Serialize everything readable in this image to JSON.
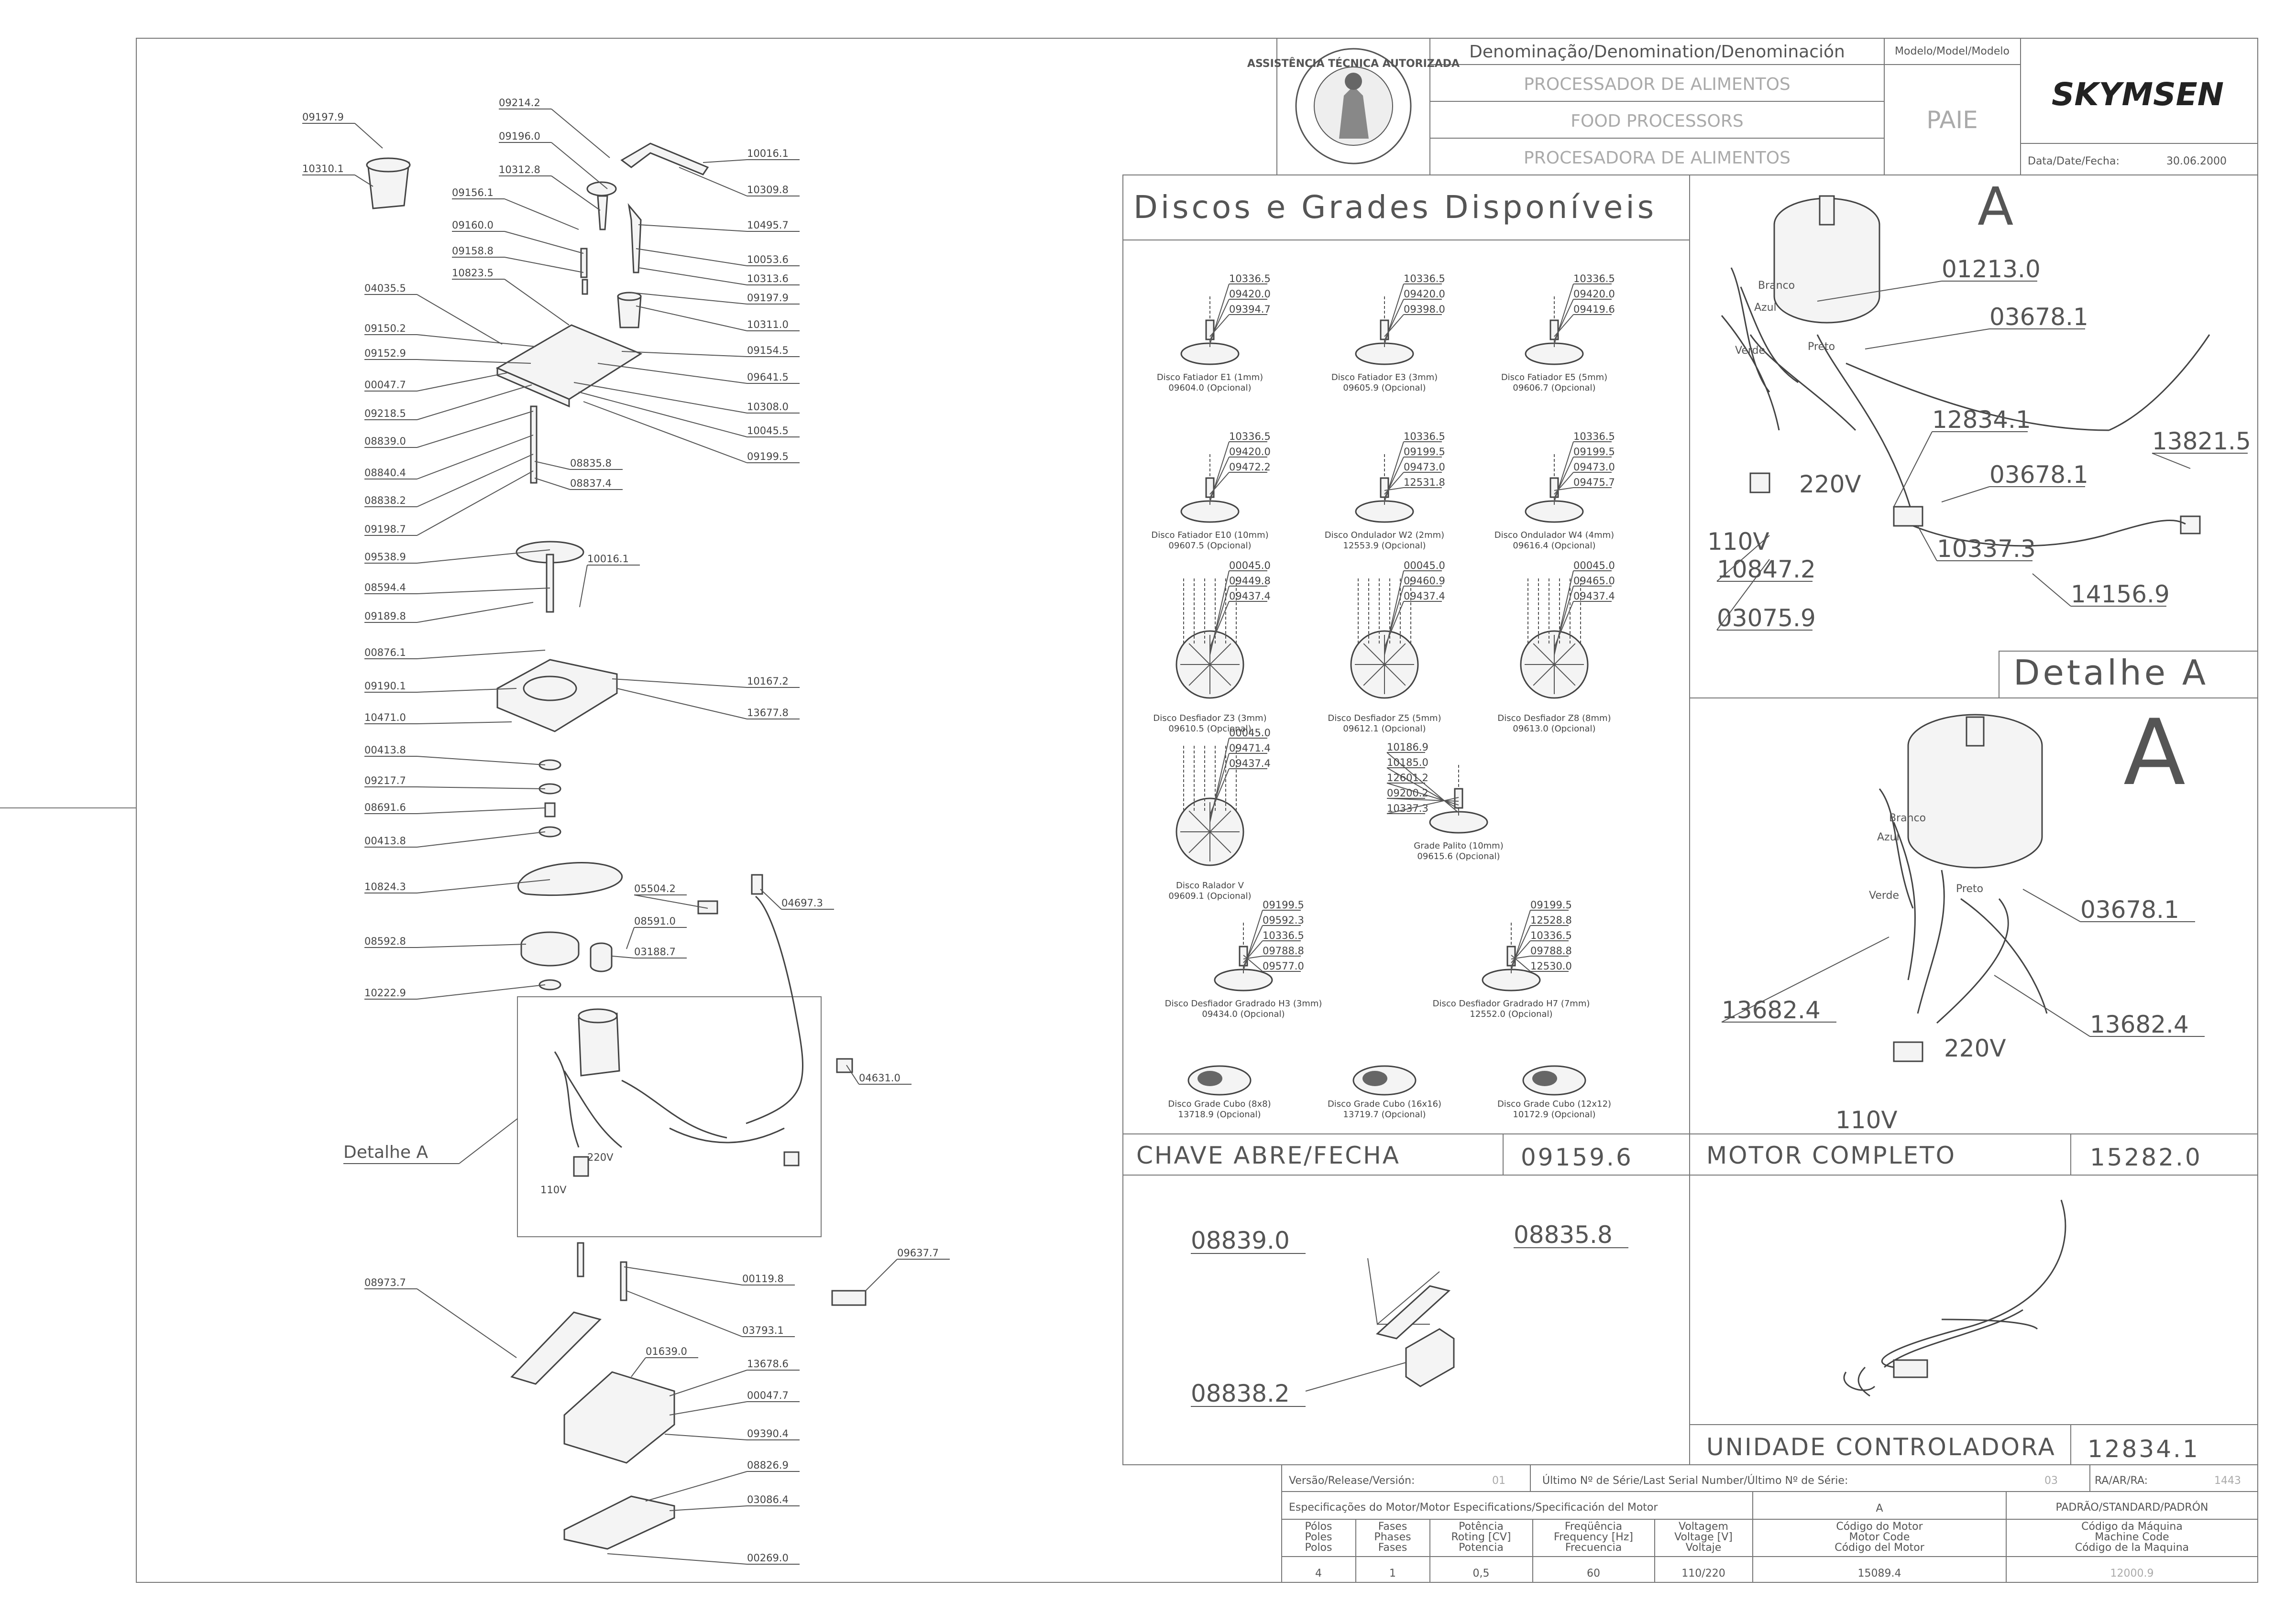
{
  "title_block": {
    "denomination_header": "Denominação/Denomination/Denominación",
    "names": [
      "PROCESSADOR DE ALIMENTOS",
      "FOOD PROCESSORS",
      "PROCESADORA DE ALIMENTOS"
    ],
    "model_header": "Modelo/Model/Modelo",
    "model": "PAIE",
    "brand": "SKYMSEN",
    "date_label": "Data/Date/Fecha:",
    "date": "30.06.2000",
    "seal_text": "ASSISTÊNCIA TÉCNICA AUTORIZADA"
  },
  "bottom_block": {
    "version_label": "Versão/Release/Versión:",
    "version": "01",
    "serial_label": "Último Nº de Série/Last Serial Number/Último Nº de Série:",
    "serial": "03",
    "ra_label": "RA/AR/RA:",
    "ra": "1443",
    "motor_spec_label": "Especificações do Motor/Motor Especifications/Specificación del Motor",
    "motor_letter": "A",
    "standard_label": "PADRÃO/STANDARD/PADRÓN",
    "headers": [
      [
        "Pólos",
        "Poles",
        "Polos"
      ],
      [
        "Fases",
        "Phases",
        "Fases"
      ],
      [
        "Potência",
        "Roting [CV]",
        "Potencia"
      ],
      [
        "Freqüência",
        "Frequency [Hz]",
        "Frecuencia"
      ],
      [
        "Voltagem",
        "Voltage [V]",
        "Voltaje"
      ],
      [
        "Código do Motor",
        "Motor Code",
        "Código del Motor"
      ],
      [
        "Código da Máquina",
        "Machine Code",
        "Código de la Maquina"
      ]
    ],
    "values": [
      "4",
      "1",
      "0,5",
      "60",
      "110/220",
      "15089.4",
      "12000.9"
    ]
  },
  "discs": {
    "title": "Discos e Grades Disponíveis",
    "items": [
      {
        "name": "Disco Fatiador E1 (1mm)",
        "code": "09604.0 (Opcional)",
        "parts": [
          "10336.5",
          "09420.0",
          "09394.7"
        ]
      },
      {
        "name": "Disco Fatiador E3 (3mm)",
        "code": "09605.9 (Opcional)",
        "parts": [
          "10336.5",
          "09420.0",
          "09398.0"
        ]
      },
      {
        "name": "Disco Fatiador E5 (5mm)",
        "code": "09606.7 (Opcional)",
        "parts": [
          "10336.5",
          "09420.0",
          "09419.6"
        ]
      },
      {
        "name": "Disco Fatiador E10 (10mm)",
        "code": "09607.5 (Opcional)",
        "parts": [
          "10336.5",
          "09420.0",
          "09472.2"
        ]
      },
      {
        "name": "Disco Ondulador W2 (2mm)",
        "code": "12553.9 (Opcional)",
        "parts": [
          "10336.5",
          "09199.5",
          "09473.0",
          "12531.8"
        ]
      },
      {
        "name": "Disco Ondulador W4 (4mm)",
        "code": "09616.4 (Opcional)",
        "parts": [
          "10336.5",
          "09199.5",
          "09473.0",
          "09475.7"
        ]
      },
      {
        "name": "Disco Desfiador Z3 (3mm)",
        "code": "09610.5 (Opcional)",
        "parts": [
          "00045.0",
          "09449.8",
          "09437.4"
        ]
      },
      {
        "name": "Disco Desfiador Z5 (5mm)",
        "code": "09612.1 (Opcional)",
        "parts": [
          "00045.0",
          "09460.9",
          "09437.4"
        ]
      },
      {
        "name": "Disco Desfiador Z8 (8mm)",
        "code": "09613.0 (Opcional)",
        "parts": [
          "00045.0",
          "09465.0",
          "09437.4"
        ]
      },
      {
        "name": "Disco Ralador V",
        "code": "09609.1 (Opcional)",
        "parts": [
          "00045.0",
          "09471.4",
          "09437.4"
        ]
      },
      {
        "name": "Grade Palito (10mm)",
        "code": "09615.6 (Opcional)",
        "parts": [
          "10186.9",
          "10185.0",
          "12601.2",
          "09200.2",
          "10337.3"
        ]
      },
      {
        "name": "Disco Desfiador Gradrado H3 (3mm)",
        "code": "09434.0 (Opcional)",
        "parts": [
          "09199.5",
          "09592.3",
          "10336.5",
          "09788.8",
          "09577.0"
        ]
      },
      {
        "name": "Disco Desfiador Gradrado H7 (7mm)",
        "code": "12552.0 (Opcional)",
        "parts": [
          "09199.5",
          "12528.8",
          "10336.5",
          "09788.8",
          "12530.0"
        ]
      },
      {
        "name": "Disco Grade Cubo (8x8)",
        "code": "13718.9 (Opcional)",
        "parts": []
      },
      {
        "name": "Disco Grade Cubo (16x16)",
        "code": "13719.7 (Opcional)",
        "parts": []
      },
      {
        "name": "Disco Grade Cubo (12x12)",
        "code": "10172.9 (Opcional)",
        "parts": []
      }
    ]
  },
  "boxes": {
    "chave_label": "CHAVE ABRE/FECHA",
    "chave_code": "09159.6",
    "motor_label": "MOTOR COMPLETO",
    "motor_code": "15282.0",
    "unidade_label": "UNIDADE CONTROLADORA",
    "unidade_code": "12834.1",
    "detalhe_label": "Detalhe A",
    "detail_letter": "A",
    "chave_parts": [
      "08839.0",
      "08835.8",
      "08838.2"
    ],
    "detail_top_parts": [
      "01213.0",
      "03678.1",
      "12834.1",
      "03678.1",
      "13821.5",
      "10337.3",
      "14156.9",
      "10847.2",
      "03075.9"
    ],
    "detail_top_volts": [
      "220V",
      "110V"
    ],
    "detail_top_wires": [
      "Branco",
      "Azul",
      "Verde",
      "Preto"
    ],
    "detail_bot_parts": [
      "03678.1",
      "13682.4",
      "13682.4"
    ],
    "detail_bot_volts": [
      "220V",
      "110V"
    ],
    "detail_bot_wires": [
      "Branco",
      "Azul",
      "Verde",
      "Preto"
    ]
  },
  "exploded": {
    "left_labels": [
      "09197.9",
      "10310.1",
      "09214.2",
      "09196.0",
      "10312.8",
      "09156.1",
      "09160.0",
      "09158.8",
      "10823.5",
      "04035.5",
      "09150.2",
      "09152.9",
      "00047.7",
      "09218.5",
      "08839.0",
      "08840.4",
      "08838.2",
      "09198.7",
      "09538.9",
      "08594.4",
      "09189.8",
      "00876.1",
      "09190.1",
      "10471.0",
      "00413.8",
      "09217.7",
      "08691.6",
      "00413.8",
      "10824.3",
      "08592.8",
      "10222.9",
      "08973.7"
    ],
    "right_labels": [
      "10016.1",
      "10309.8",
      "10495.7",
      "10053.6",
      "10313.6",
      "09197.9",
      "10311.0",
      "09154.5",
      "09641.5",
      "10308.0",
      "10045.5",
      "09199.5",
      "08835.8",
      "08837.4",
      "10016.1",
      "10167.2",
      "13677.8",
      "05504.2",
      "04697.3",
      "08591.0",
      "03188.7",
      "04631.0",
      "00119.8",
      "03793.1",
      "09637.7",
      "01639.0",
      "13678.6",
      "00047.7",
      "09390.4",
      "08826.9",
      "03086.4",
      "00269.0"
    ],
    "detalhe_label": "Detalhe A",
    "volts": [
      "220V",
      "110V"
    ]
  }
}
